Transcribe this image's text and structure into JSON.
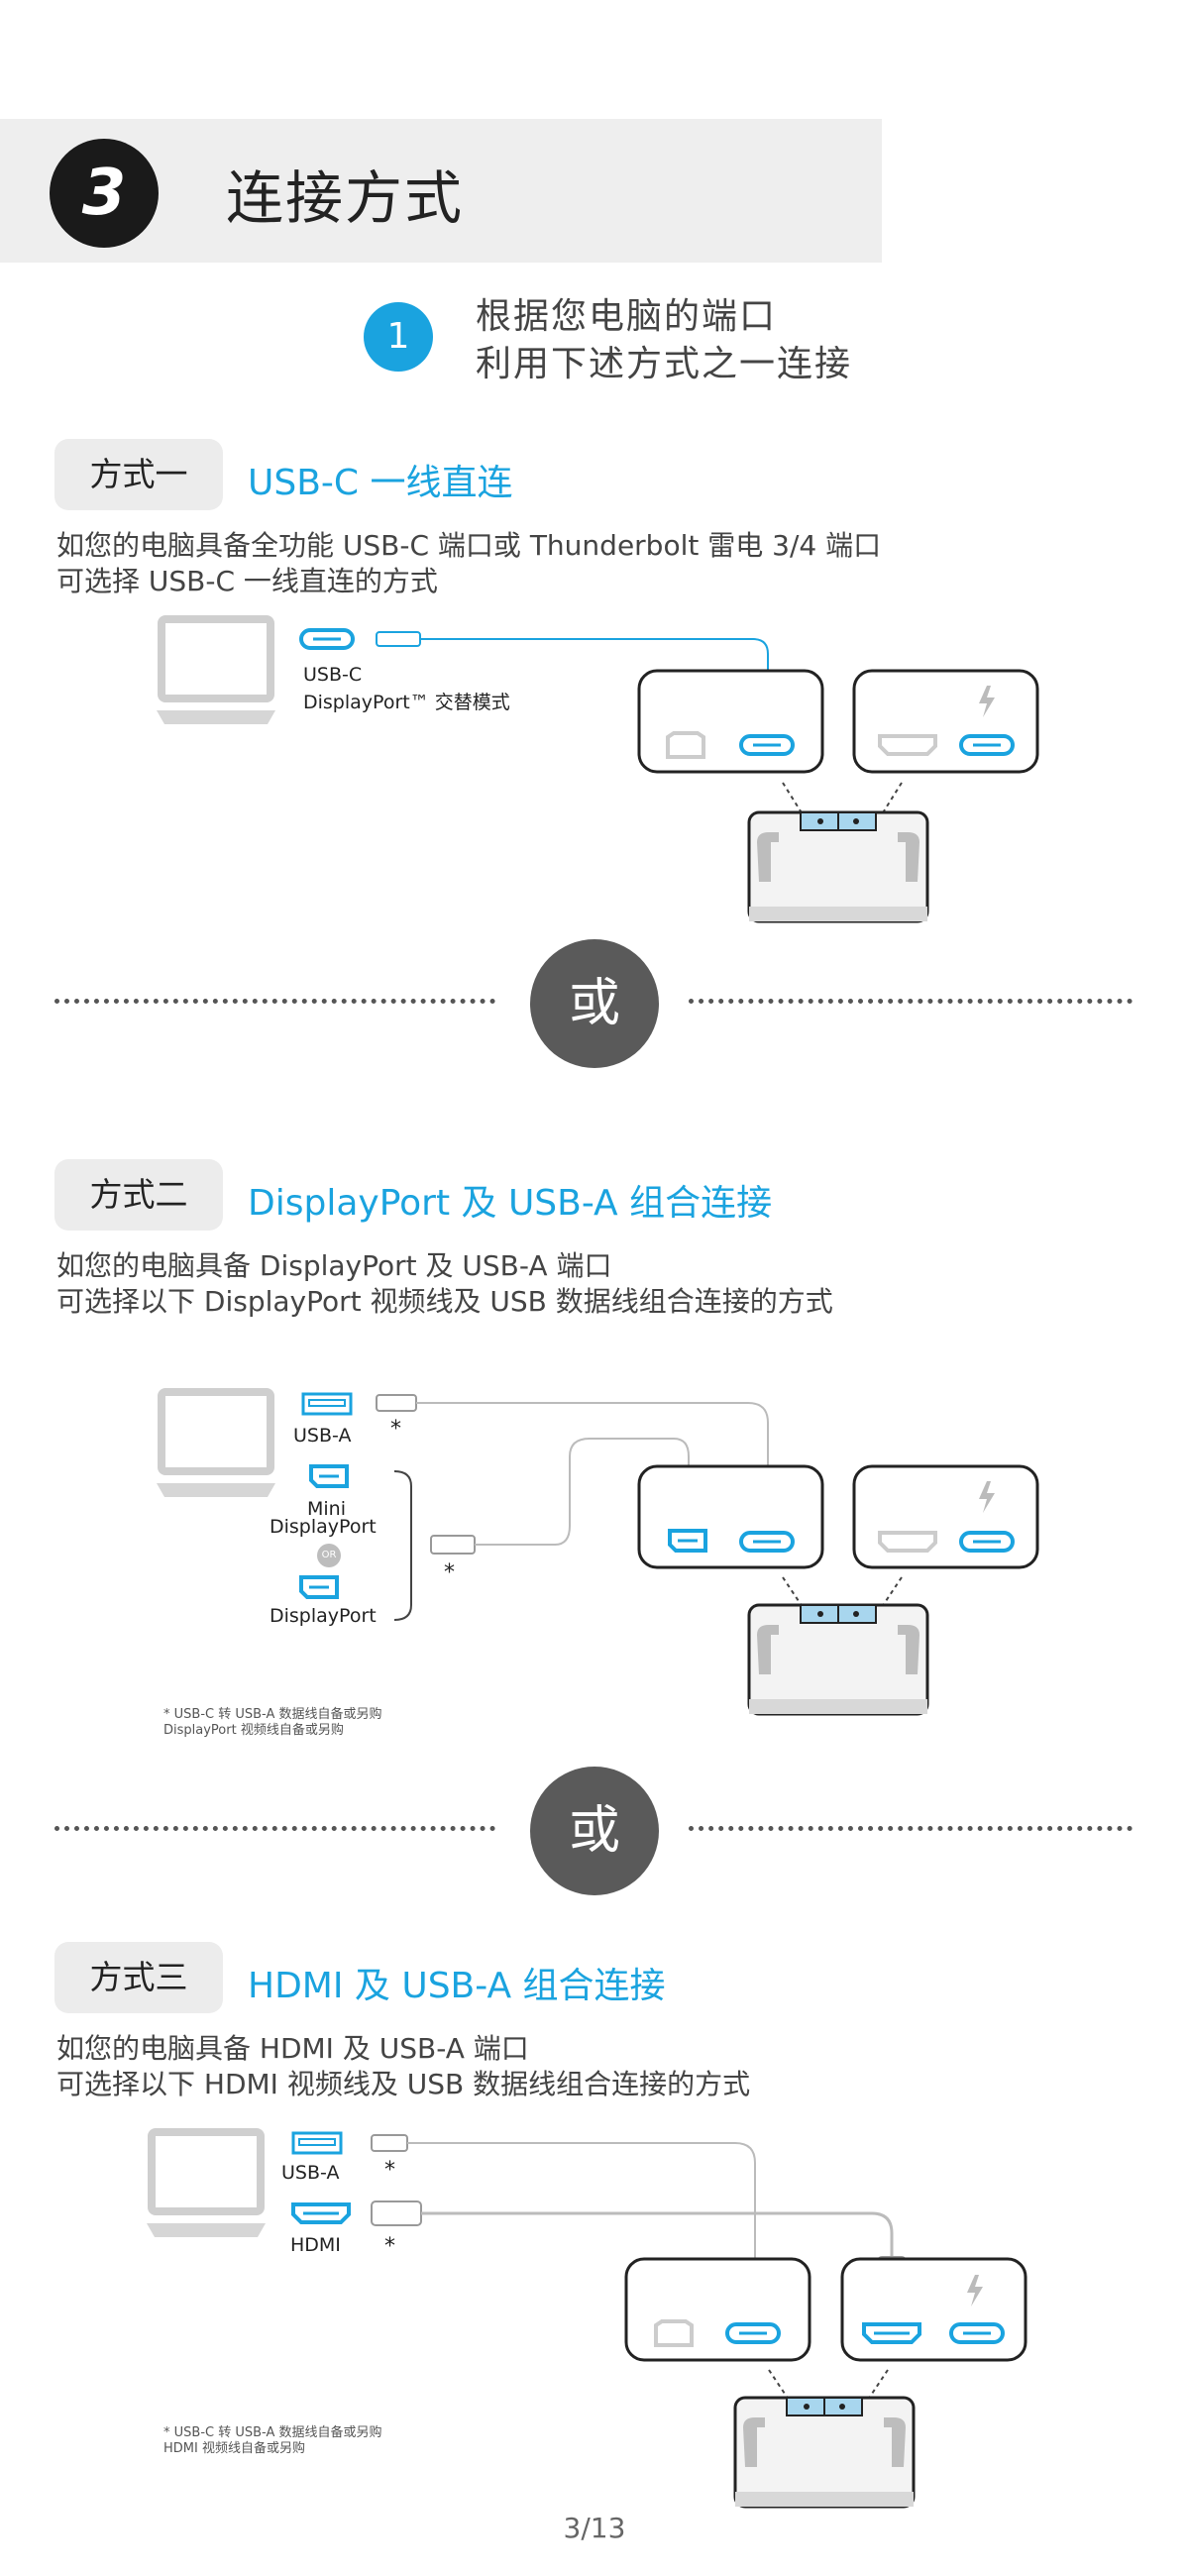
{
  "header": {
    "step_number": "3",
    "title": "连接方式"
  },
  "intro": {
    "number": "1",
    "line1": "根据您电脑的端口",
    "line2": "利用下述方式之一连接"
  },
  "method1": {
    "pill": "方式一",
    "title": "USB-C 一线直连",
    "desc1": "如您的电脑具备全功能 USB-C 端口或 Thunderbolt 雷电 3/4 端口",
    "desc2": "可选择 USB-C 一线直连的方式",
    "port_label1": "USB-C",
    "port_label2": "DisplayPort™ 交替模式"
  },
  "divider_text": "或",
  "method2": {
    "pill": "方式二",
    "title": "DisplayPort 及 USB-A 组合连接",
    "desc1": "如您的电脑具备 DisplayPort 及 USB-A 端口",
    "desc2": "可选择以下 DisplayPort 视频线及 USB 数据线组合连接的方式",
    "label_usba": "USB-A",
    "label_mini1": "Mini",
    "label_mini2": "DisplayPort",
    "label_or": "OR",
    "label_dp": "DisplayPort",
    "asterisk": "*",
    "note1": "* USB-C 转 USB-A 数据线自备或另购",
    "note2": "DisplayPort 视频线自备或另购"
  },
  "method3": {
    "pill": "方式三",
    "title": "HDMI 及 USB-A 组合连接",
    "desc1": "如您的电脑具备 HDMI 及 USB-A 端口",
    "desc2": "可选择以下 HDMI 视频线及 USB 数据线组合连接的方式",
    "label_usba": "USB-A",
    "label_hdmi": "HDMI",
    "asterisk": "*",
    "note1": "* USB-C 转 USB-A 数据线自备或另购",
    "note2": "HDMI 视频线自备或另购"
  },
  "footer": {
    "page": "3/13"
  },
  "colors": {
    "accent": "#1aa3df",
    "dark": "#1a1a1a",
    "grey_band": "#eeeeee",
    "or_circle": "#5a5a5a"
  },
  "icons": [
    "laptop-icon",
    "usb-c-port-icon",
    "usb-a-port-icon",
    "displayport-icon",
    "hdmi-port-icon",
    "lightning-icon",
    "monitor-hub-icon"
  ]
}
